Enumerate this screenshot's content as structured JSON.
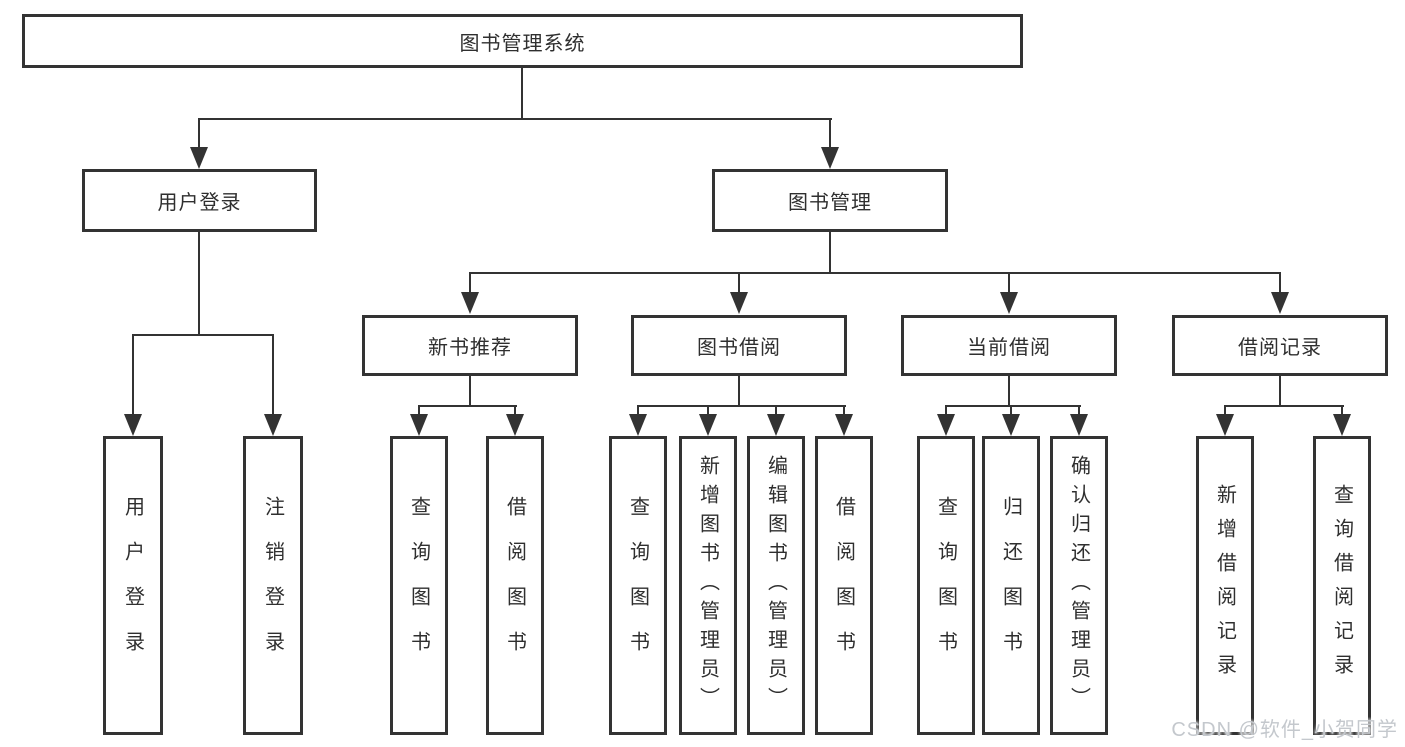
{
  "colors": {
    "line": "#333333",
    "text": "#2f2f2f",
    "watermark": "#c4c8cd",
    "background": "#ffffff"
  },
  "diagram": {
    "root": "图书管理系统",
    "level1": {
      "user_login": "用户登录",
      "book_mgmt": "图书管理"
    },
    "level2": {
      "new_books": "新书推荐",
      "book_borrow": "图书借阅",
      "current_borrow": "当前借阅",
      "borrow_records": "借阅记录"
    },
    "leaves": {
      "user_login": [
        "用户登录",
        "注销登录"
      ],
      "new_books": [
        "查询图书",
        "借阅图书"
      ],
      "book_borrow": [
        "查询图书",
        "新增图书（管理员）",
        "编辑图书（管理员）",
        "借阅图书"
      ],
      "current_borrow": [
        "查询图书",
        "归还图书",
        "确认归还（管理员）"
      ],
      "borrow_records": [
        "新增借阅记录",
        "查询借阅记录"
      ]
    }
  },
  "watermark": "CSDN @软件_小贺同学"
}
